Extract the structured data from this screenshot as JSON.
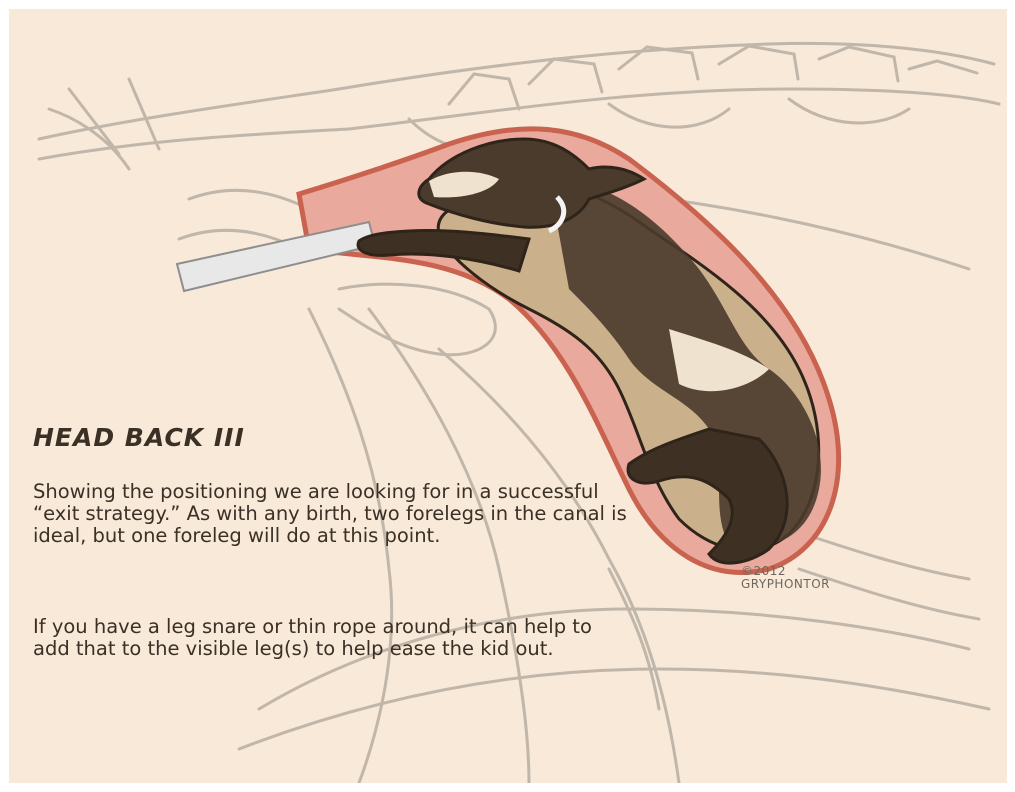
{
  "illustration": {
    "title": "HEAD BACK III",
    "paragraphs": [
      "Showing the positioning we are looking for in a successful “exit strategy.” As with any birth, two forelegs in the canal is ideal, but one foreleg will do at this point.",
      "If you have a leg snare or thin rope around, it can help to add that to the visible leg(s) to help ease the kid out."
    ],
    "signature": {
      "year": "©2012",
      "artist": "GRYPHONTOR"
    }
  },
  "colors": {
    "background": "#f8e9d8",
    "uterus": "#e9a99c",
    "uterus_outline": "#c9624e",
    "kid_dark": "#4a3b2c",
    "kid_tan": "#cbb08c",
    "skeleton_lines": "#b7aea3",
    "text": "#3a3026"
  }
}
